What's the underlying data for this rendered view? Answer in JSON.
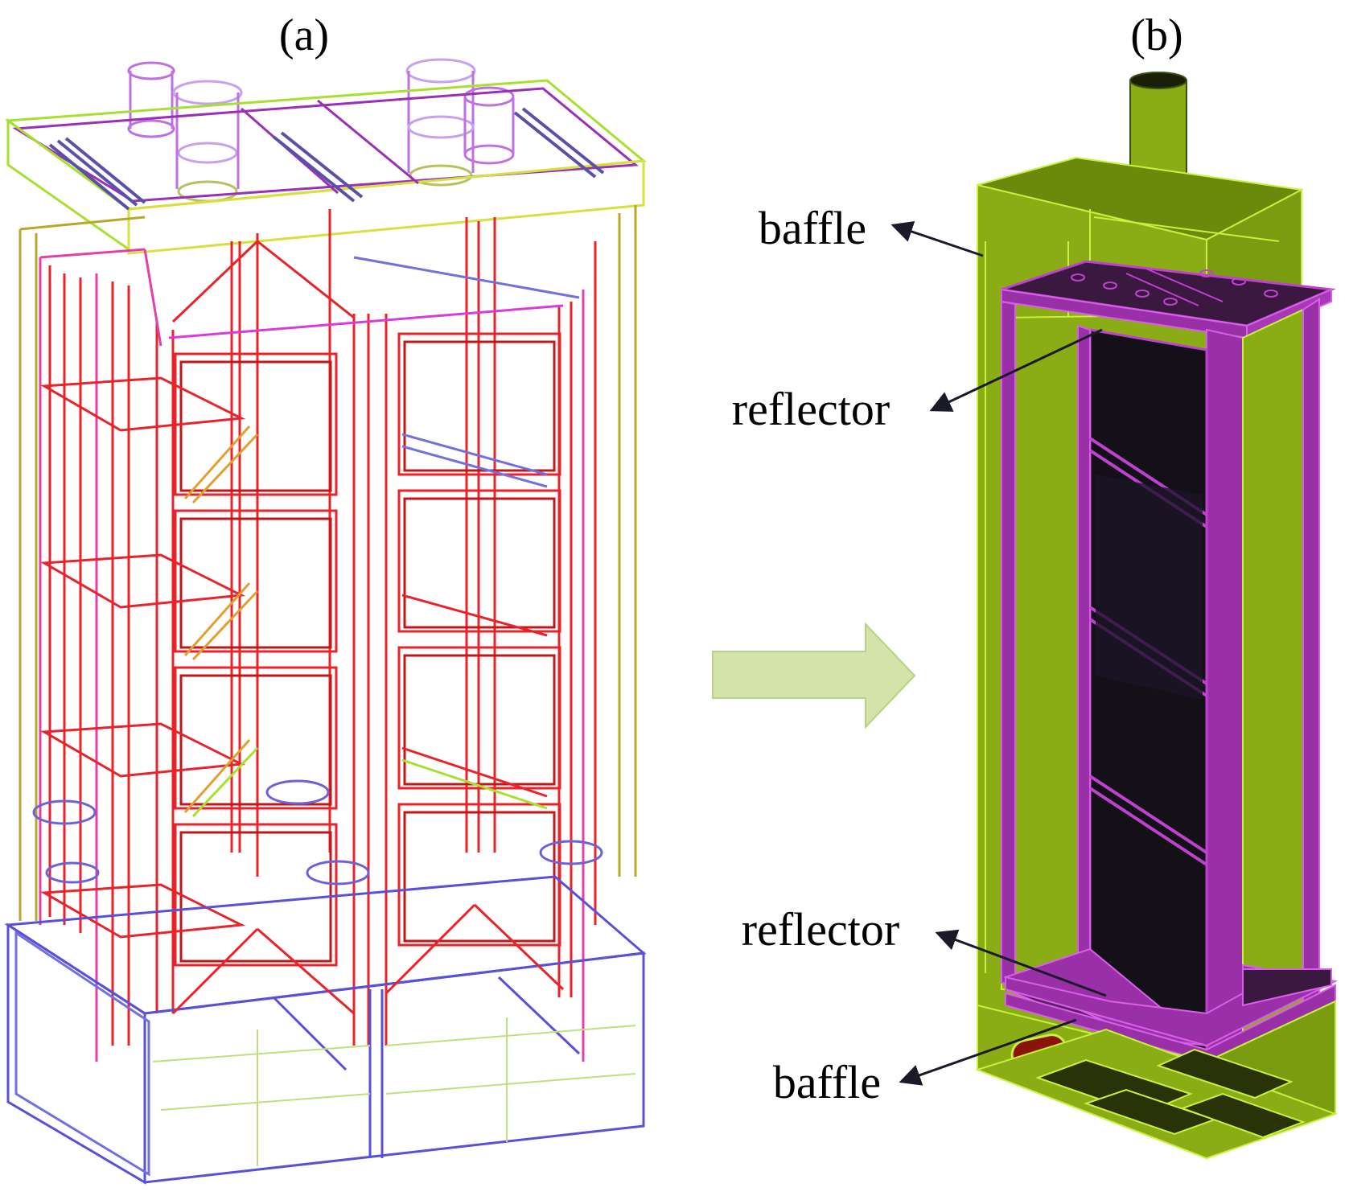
{
  "panels": {
    "a": {
      "label": "(a)"
    },
    "b": {
      "label": "(b)"
    }
  },
  "callouts": {
    "top_baffle": "baffle",
    "top_reflector": "reflector",
    "bottom_reflector": "reflector",
    "bottom_baffle": "baffle"
  },
  "colors": {
    "wireframe_red": "#e8232a",
    "wireframe_magenta": "#d83cd8",
    "wireframe_lime": "#a8e030",
    "wireframe_blue": "#5a50d8",
    "wireframe_olive": "#b8a828",
    "solid_green": "#8aac14",
    "solid_green_edge": "#c8f040",
    "reflector_purple": "#9a30a8",
    "dark_panel": "#141018",
    "arrow_fill": "#d4e4a8",
    "arrow_stroke": "#b8d088",
    "port_red": "#8a1408"
  }
}
